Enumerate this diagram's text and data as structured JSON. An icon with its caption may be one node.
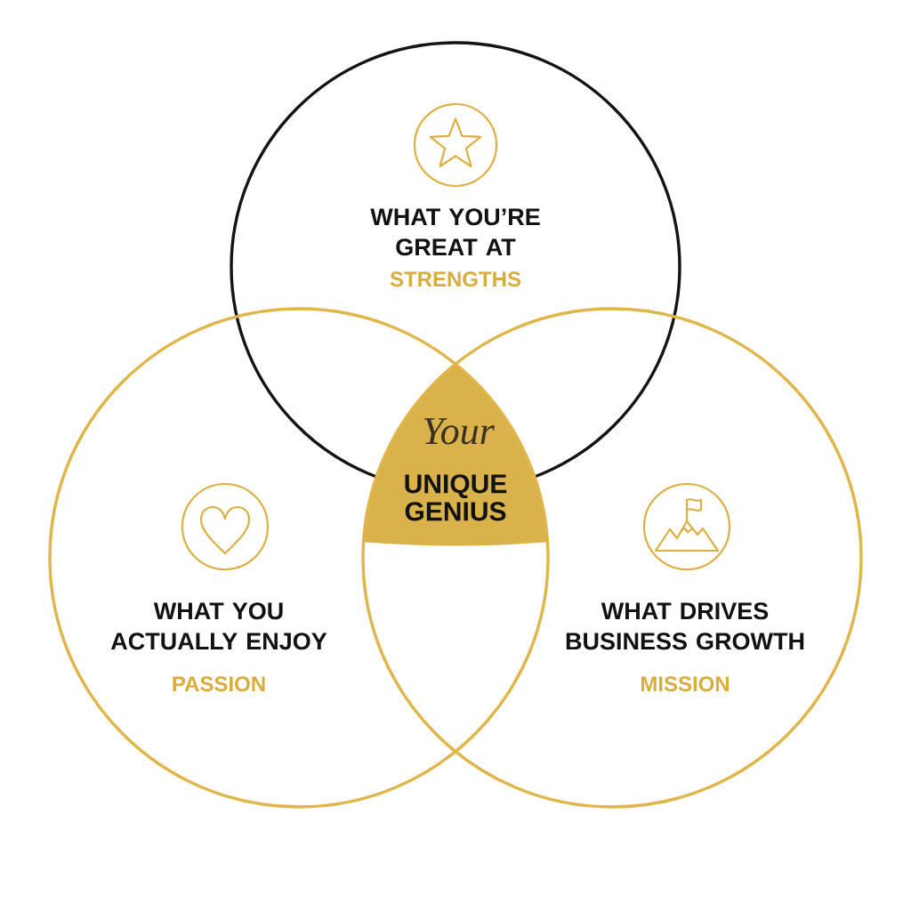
{
  "diagram": {
    "nodes": [
      {
        "text": [
          "WHAT YOU’RE GREAT AT",
          "STRENGTHS"
        ]
      },
      {
        "text": [
          "WHAT YOU ACTUALLY ENJOY",
          "PASSION"
        ]
      },
      {
        "text": [
          "WHAT DRIVES BUSINESS GROWTH",
          "MISSION"
        ]
      },
      {
        "text": [
          "Your",
          "UNIQUE GENIUS"
        ]
      }
    ]
  }
}
